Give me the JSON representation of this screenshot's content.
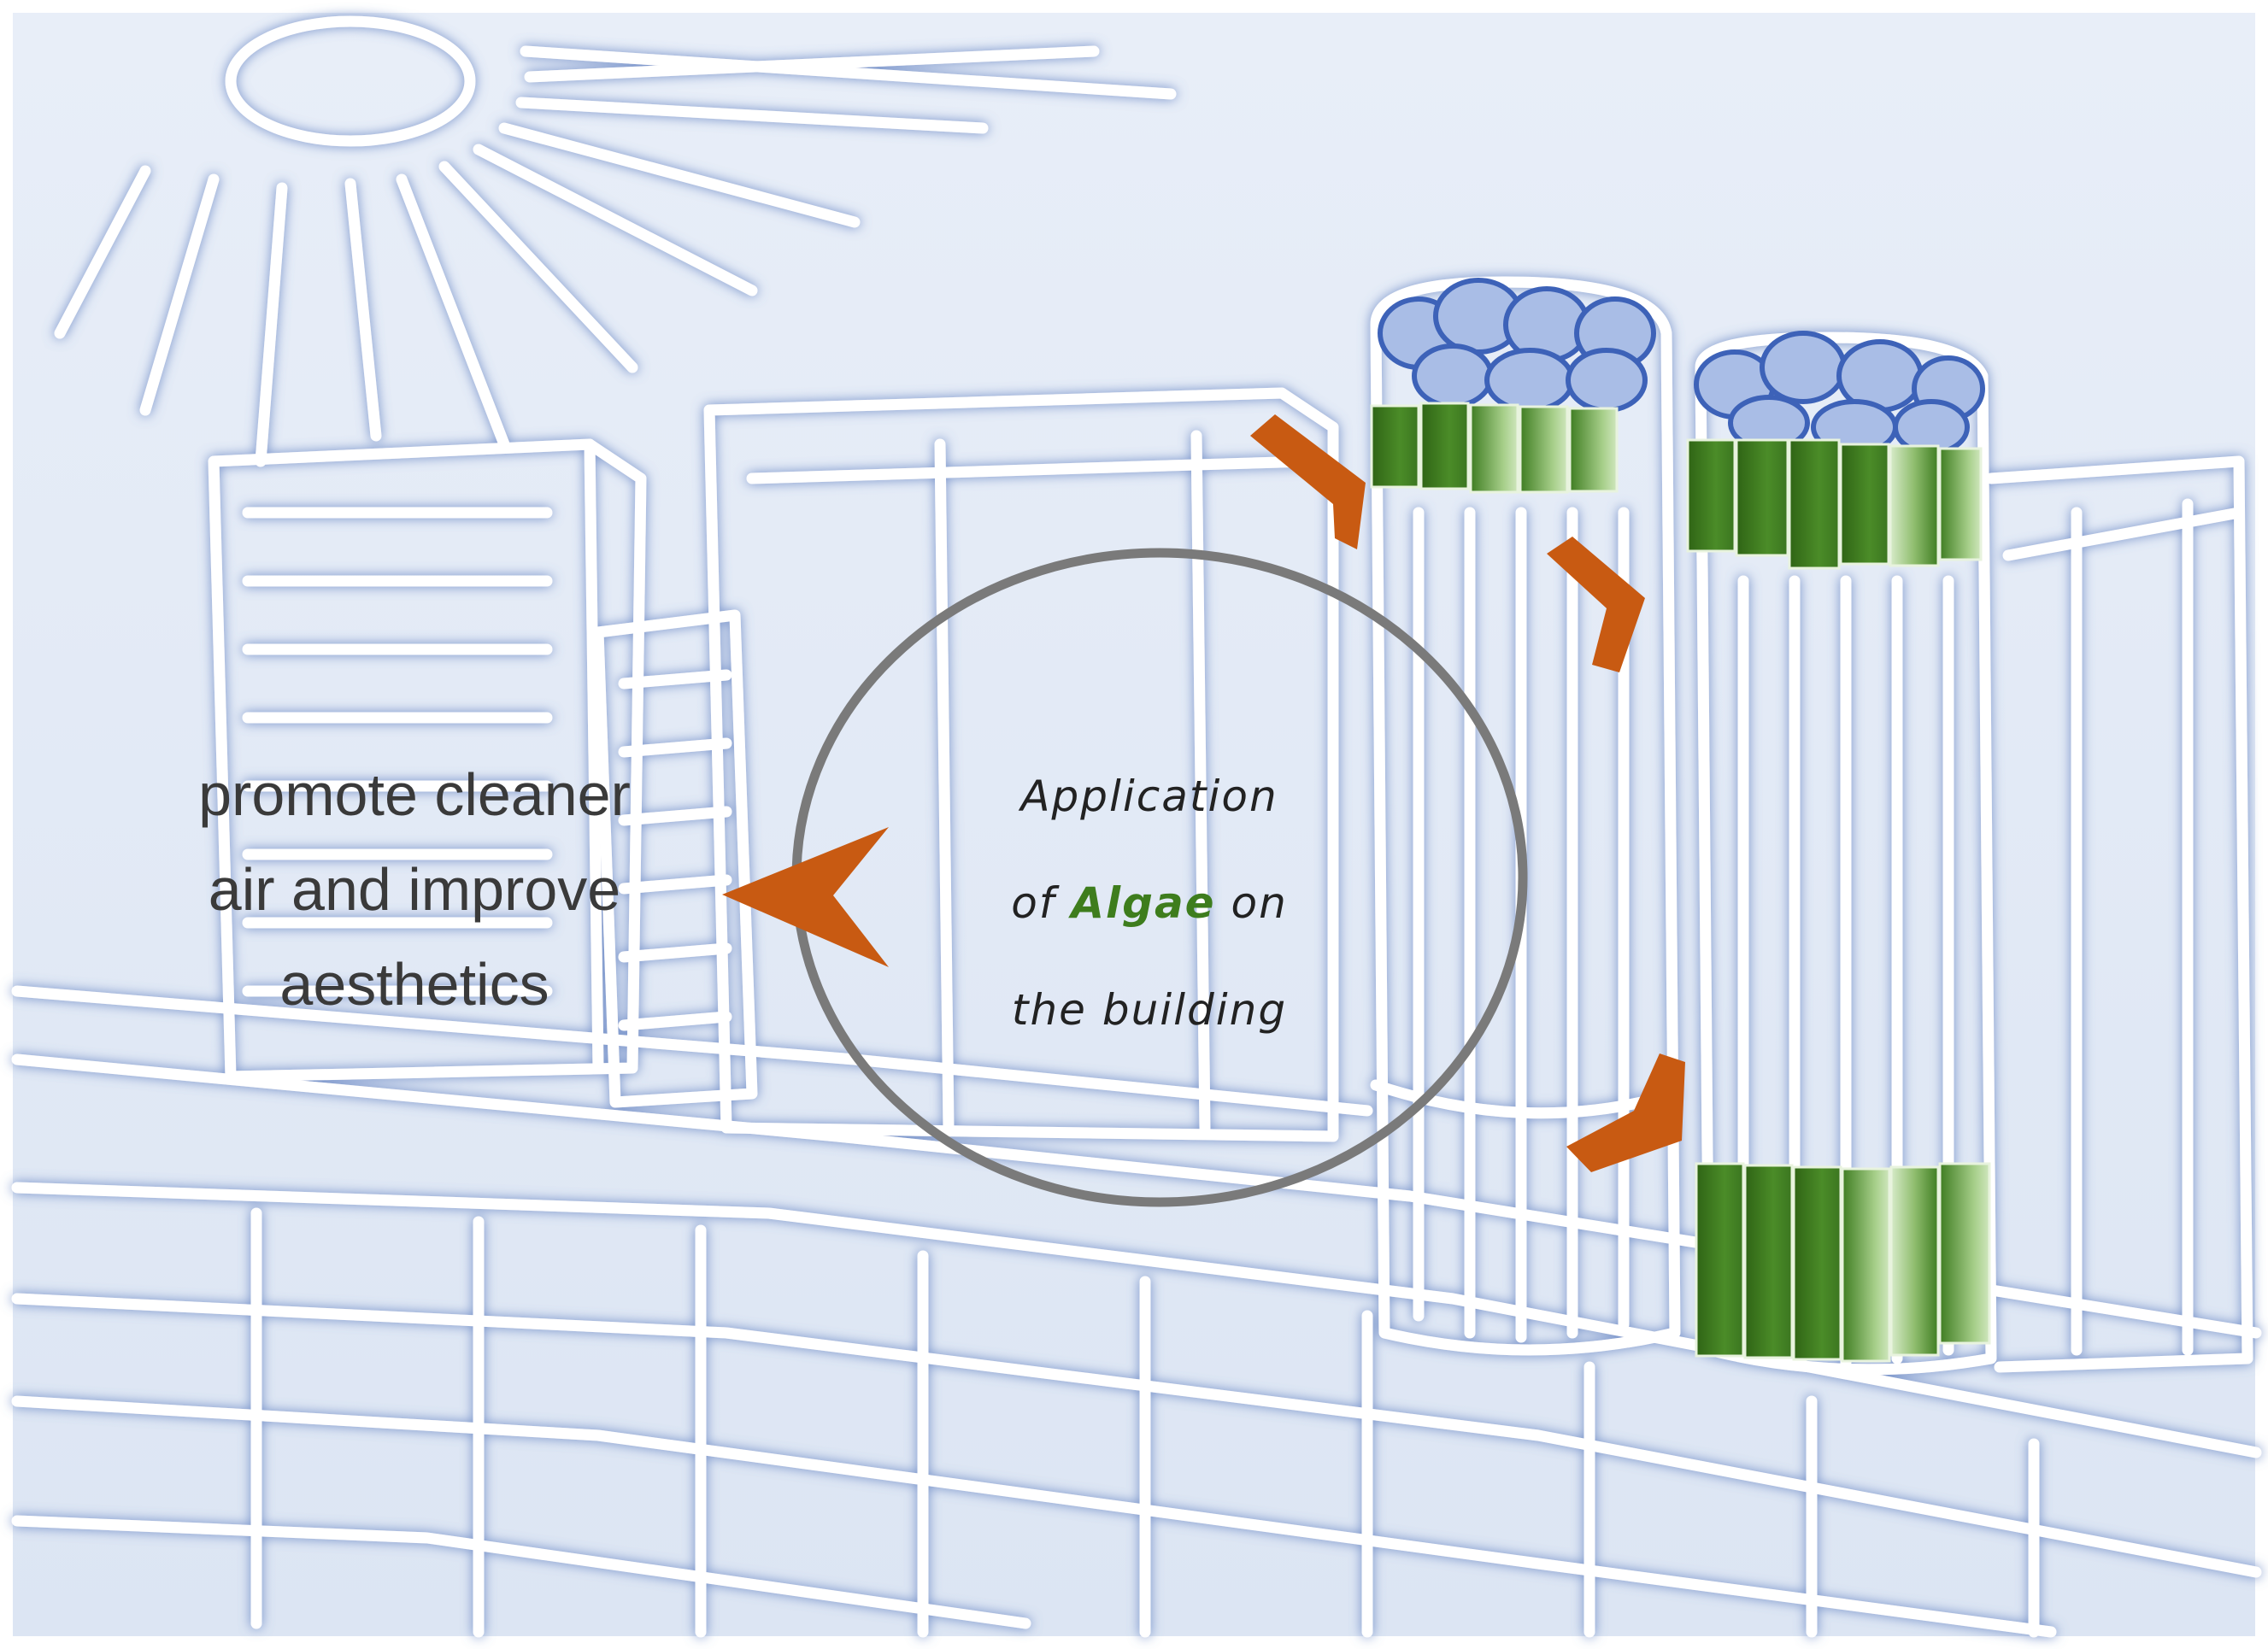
{
  "left_caption": {
    "line1": "promote cleaner",
    "line2": "air and improve",
    "line3": "aesthetics"
  },
  "center_caption": {
    "line1": "Application",
    "line2_prefix": "of",
    "highlight": "Algae",
    "line2_suffix": "on",
    "line3": "the building"
  },
  "colors": {
    "background": "#e3eaf6",
    "sketch_line": "#ffffff",
    "sketch_shadow": "#6f8bc7",
    "arrow": "#c85a12",
    "circle": "#7a7a7a",
    "algae_dark": "#356b1a",
    "algae_mid": "#4f8f2c",
    "algae_light": "#c9e3b4",
    "highlight_text": "#3e7d1d"
  },
  "icons": [
    "sun-icon",
    "arrow-chevron-icon",
    "algae-panel-icon",
    "cycle-circle-icon"
  ]
}
